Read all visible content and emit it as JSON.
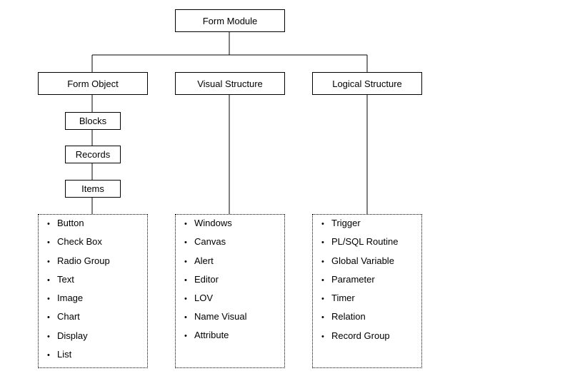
{
  "root": {
    "label": "Form Module"
  },
  "columns": [
    {
      "header": "Form Object",
      "sub_boxes": [
        "Blocks",
        "Records",
        "Items"
      ],
      "items": [
        "Button",
        "Check Box",
        "Radio Group",
        "Text",
        "Image",
        "Chart",
        "Display",
        "List"
      ]
    },
    {
      "header": "Visual Structure",
      "items": [
        "Windows",
        "Canvas",
        "Alert",
        "Editor",
        "LOV",
        "Name Visual",
        "Attribute"
      ]
    },
    {
      "header": "Logical Structure",
      "items": [
        "Trigger",
        "PL/SQL Routine",
        "Global Variable",
        "Parameter",
        "Timer",
        "Relation",
        "Record Group"
      ]
    }
  ],
  "bullet_glyph": "•"
}
